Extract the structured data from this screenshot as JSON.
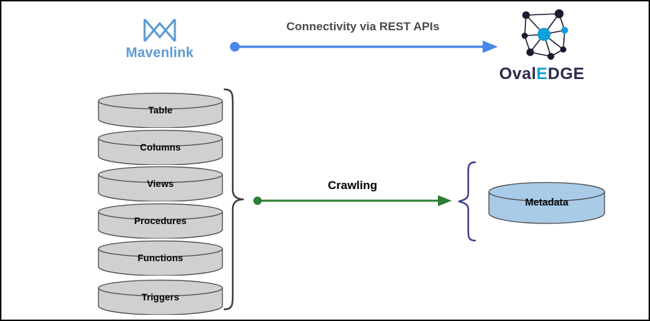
{
  "diagram": {
    "source": {
      "name": "Mavenlink",
      "logo_icon": "mavenlink-logo-icon",
      "color": "#5b9bd5"
    },
    "target": {
      "name_part1": "Oval",
      "name_part2": "E",
      "name_part3": "DGE",
      "logo_icon": "ovaledge-network-logo-icon",
      "color": "#2b2b4f",
      "accent_color": "#0e9fdd"
    },
    "top_flow": {
      "label": "Connectivity via REST APIs",
      "arrow_icon": "right-arrow-icon",
      "arrow_color": "#4a86e8",
      "label_color": "#4a4a4a"
    },
    "crawl_flow": {
      "label": "Crawling",
      "arrow_icon": "right-arrow-icon",
      "arrow_color": "#2e7d32"
    },
    "objects": [
      {
        "label": "Table",
        "icon": "database-cylinder-icon"
      },
      {
        "label": "Columns",
        "icon": "database-cylinder-icon"
      },
      {
        "label": "Views",
        "icon": "database-cylinder-icon"
      },
      {
        "label": "Procedures",
        "icon": "database-cylinder-icon"
      },
      {
        "label": "Functions",
        "icon": "database-cylinder-icon"
      },
      {
        "label": "Triggers",
        "icon": "database-cylinder-icon"
      }
    ],
    "objects_fill": "#d0d0d0",
    "result": {
      "label": "Metadata",
      "icon": "database-cylinder-icon",
      "fill": "#a8cbe8"
    },
    "braces": {
      "left_icon": "curly-brace-right-icon",
      "right_icon": "curly-brace-left-icon",
      "color": "#3a3a8c"
    }
  }
}
